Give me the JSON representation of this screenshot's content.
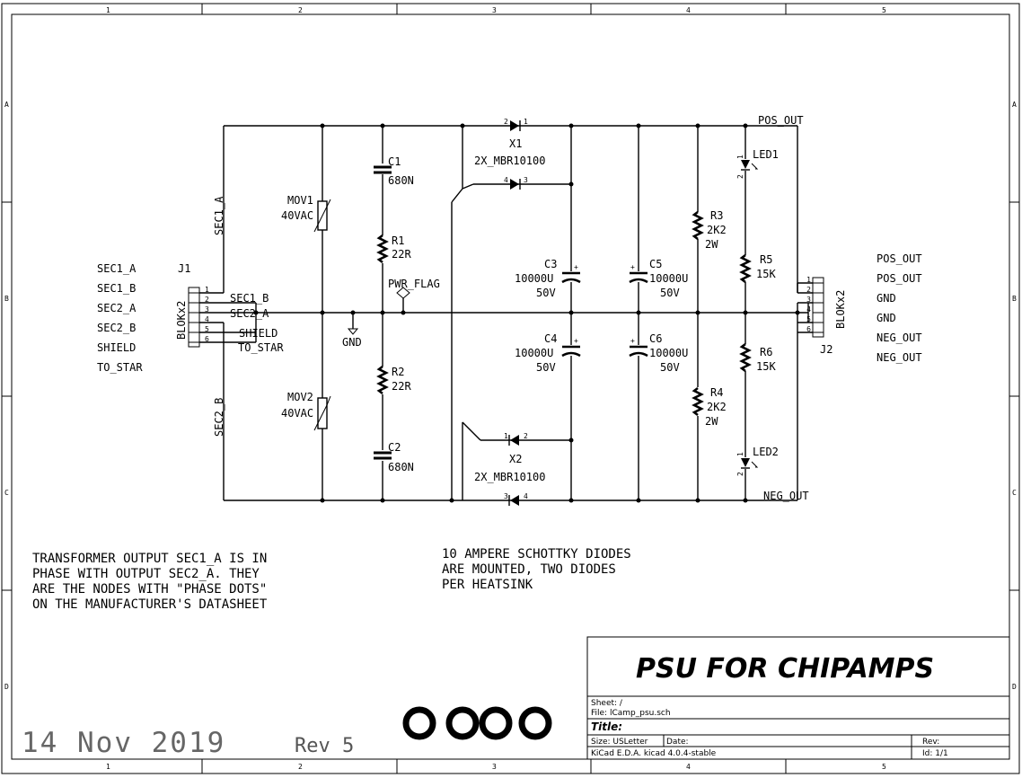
{
  "frame": {
    "cols": [
      "1",
      "2",
      "3",
      "4",
      "5"
    ],
    "rows": [
      "A",
      "B",
      "C",
      "D"
    ]
  },
  "nets": {
    "sec1a": "SEC1_A",
    "sec2b": "SEC2_B",
    "pos_out": "POS_OUT",
    "neg_out": "NEG_OUT",
    "gnd": "GND",
    "pwr_flag": "PWR_FLAG",
    "j1_sec1b": "SEC1_B",
    "j1_sec2a": "SEC2_A",
    "j1_shield": "SHIELD",
    "j1_tostar": "TO_STAR"
  },
  "j1": {
    "ref": "J1",
    "value": "BLOKx2",
    "labels": [
      "SEC1_A",
      "SEC1_B",
      "SEC2_A",
      "SEC2_B",
      "SHIELD",
      "TO_STAR"
    ],
    "pins": [
      "1",
      "2",
      "3",
      "4",
      "5",
      "6"
    ]
  },
  "j2": {
    "ref": "J2",
    "value": "BLOKx2",
    "labels": [
      "POS_OUT",
      "POS_OUT",
      "GND",
      "GND",
      "NEG_OUT",
      "NEG_OUT"
    ],
    "pins": [
      "1",
      "2",
      "3",
      "4",
      "5",
      "6"
    ]
  },
  "components": {
    "mov1": {
      "ref": "MOV1",
      "value": "40VAC"
    },
    "mov2": {
      "ref": "MOV2",
      "value": "40VAC"
    },
    "c1": {
      "ref": "C1",
      "value": "680N"
    },
    "c2": {
      "ref": "C2",
      "value": "680N"
    },
    "r1": {
      "ref": "R1",
      "value": "22R"
    },
    "r2": {
      "ref": "R2",
      "value": "22R"
    },
    "x1": {
      "ref": "X1",
      "value": "2X_MBR10100",
      "pins": [
        "2",
        "1",
        "4",
        "3"
      ]
    },
    "x2": {
      "ref": "X2",
      "value": "2X_MBR10100",
      "pins": [
        "1",
        "2",
        "3",
        "4"
      ]
    },
    "c3": {
      "ref": "C3",
      "value": "10000U",
      "voltage": "50V"
    },
    "c4": {
      "ref": "C4",
      "value": "10000U",
      "voltage": "50V"
    },
    "c5": {
      "ref": "C5",
      "value": "10000U",
      "voltage": "50V"
    },
    "c6": {
      "ref": "C6",
      "value": "10000U",
      "voltage": "50V"
    },
    "r3": {
      "ref": "R3",
      "value": "2K2",
      "power": "2W"
    },
    "r4": {
      "ref": "R4",
      "value": "2K2",
      "power": "2W"
    },
    "r5": {
      "ref": "R5",
      "value": "15K"
    },
    "r6": {
      "ref": "R6",
      "value": "15K"
    },
    "led1": {
      "ref": "LED1"
    },
    "led2": {
      "ref": "LED2"
    },
    "led_pins": [
      "1",
      "2"
    ],
    "cap_plus": "+"
  },
  "notes": {
    "transformer": [
      "TRANSFORMER OUTPUT SEC1_A IS IN",
      "PHASE WITH OUTPUT SEC2_A.  THEY",
      "ARE THE NODES WITH \"PHASE DOTS\"",
      "ON THE MANUFACTURER'S DATASHEET"
    ],
    "diodes": [
      "10 AMPERE SCHOTTKY DIODES",
      "ARE MOUNTED, TWO DIODES",
      "PER HEATSINK"
    ],
    "date": "14 Nov 2019",
    "rev": "Rev 5"
  },
  "title_block": {
    "heading": "PSU FOR CHIPAMPS",
    "sheet": "Sheet: /",
    "file": "File: lCamp_psu.sch",
    "title": "Title:",
    "size": "Size: USLetter",
    "date": "Date:",
    "rev": "Rev:",
    "tool": "KiCad E.D.A.  kicad 4.0.4-stable",
    "id": "Id: 1/1"
  }
}
